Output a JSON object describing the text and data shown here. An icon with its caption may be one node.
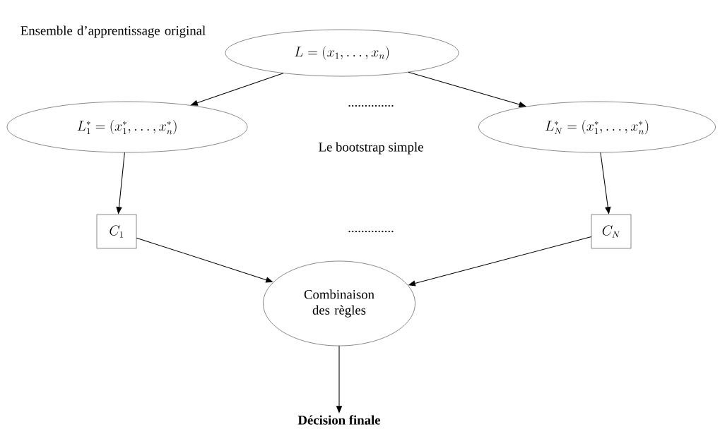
{
  "diagram": {
    "nodes": [
      {
        "text": [
          "L = (x_1, \\ldots, x_n)"
        ],
        "beside": [
          "Ensemble d’apprentissage original"
        ]
      },
      {
        "text": [
          "L_1^* = (x_1^*, \\ldots, x_n^*)"
        ]
      },
      {
        "text": [
          "L_N^* = (x_1^*, \\ldots, x_n^*)"
        ]
      },
      {
        "text": [
          "C_1"
        ]
      },
      {
        "text": [
          "C_N"
        ]
      },
      {
        "text": [
          "Combinaison des règles"
        ]
      },
      {
        "text": [
          "Décision finale"
        ]
      }
    ],
    "edges": [
      {
        "from": 0,
        "to": 1,
        "arrow": "to"
      },
      {
        "from": 0,
        "to": 2,
        "arrow": "to"
      },
      {
        "from": 1,
        "to": 3,
        "arrow": "to"
      },
      {
        "from": 2,
        "to": 4,
        "arrow": "to"
      },
      {
        "from": 3,
        "to": 5,
        "arrow": "to"
      },
      {
        "from": 4,
        "to": 5,
        "arrow": "to"
      },
      {
        "from": 5,
        "to": 6,
        "arrow": "to"
      }
    ],
    "labels": [
      "..............",
      "Le bootstrap simple",
      ".............."
    ]
  }
}
